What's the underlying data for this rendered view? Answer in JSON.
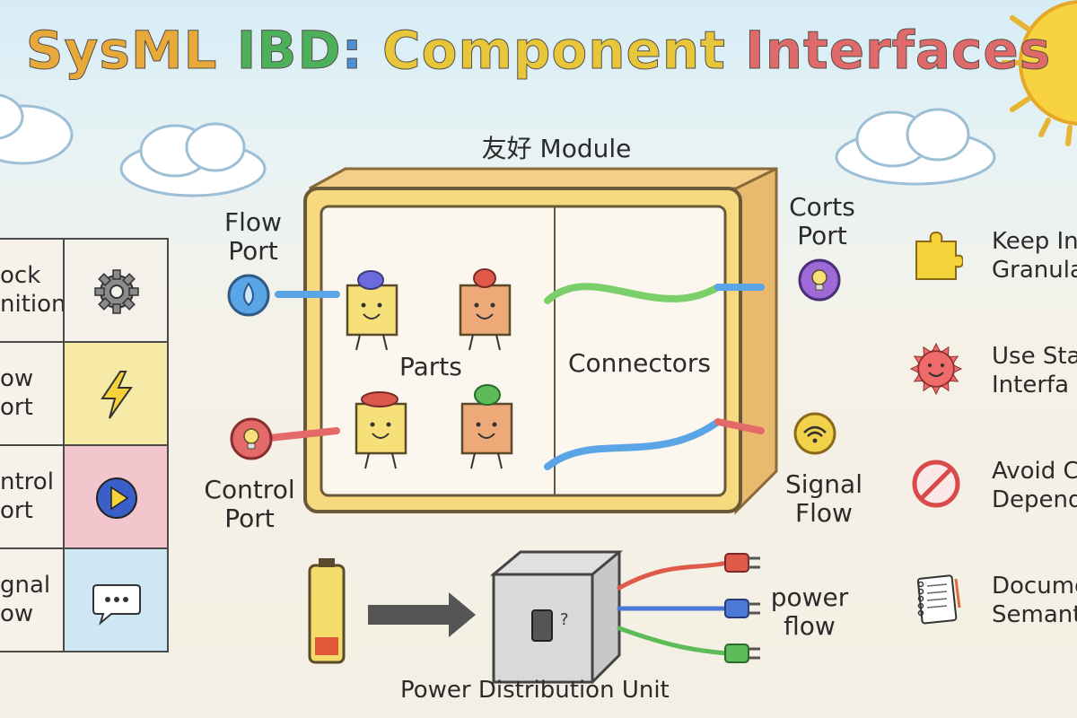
{
  "title": {
    "parts": [
      {
        "text": "SysML ",
        "color": "#e7a93a"
      },
      {
        "text": "IBD",
        "color": "#4db05b"
      },
      {
        "text": ": ",
        "color": "#4d8fd6"
      },
      {
        "text": "Component ",
        "color": "#e8c63a"
      },
      {
        "text": "Interfaces",
        "color": "#e06a6a"
      }
    ]
  },
  "module": {
    "title": "友好 Module",
    "parts_label": "Parts",
    "connectors_label": "Connectors"
  },
  "ports": {
    "flow_port": {
      "line1": "Flow",
      "line2": "Port",
      "icon": "water-drop-icon",
      "color": "#5aa5e6"
    },
    "control_port": {
      "line1": "Control",
      "line2": "Port",
      "icon": "lightbulb-icon",
      "color": "#e46a6a"
    },
    "corts_port": {
      "line1": "Corts",
      "line2": "Port",
      "icon": "lightbulb-icon",
      "color": "#9d6ad6"
    },
    "signal_flow": {
      "line1": "Signal",
      "line2": "Flow",
      "icon": "wifi-icon",
      "color": "#e8c63a"
    }
  },
  "legend": [
    {
      "line1": "ock",
      "line2": "nition",
      "icon": "gear-icon",
      "color": "#f4f1ea"
    },
    {
      "line1": "ow",
      "line2": "ort",
      "icon": "lightning-icon",
      "color": "#f7e9a6"
    },
    {
      "line1": "ntrol",
      "line2": "ort",
      "icon": "play-icon",
      "color": "#f2c6cc"
    },
    {
      "line1": "gnal",
      "line2": "ow",
      "icon": "speech-bubble-icon",
      "color": "#cfe6f3"
    }
  ],
  "best_practices": [
    {
      "line1": "Keep In",
      "line2": "Granula",
      "icon": "puzzle-icon"
    },
    {
      "line1": "Use Sta",
      "line2": "Interfa",
      "icon": "sun-face-icon"
    },
    {
      "line1": "Avoid C",
      "line2": "Depend",
      "icon": "prohibit-icon"
    },
    {
      "line1": "Docume",
      "line2": "Semant",
      "icon": "notebook-icon"
    }
  ],
  "power": {
    "unit_label": "Power Distribution Unit",
    "flow_line1": "power",
    "flow_line2": "flow",
    "switch_mark": "?"
  }
}
